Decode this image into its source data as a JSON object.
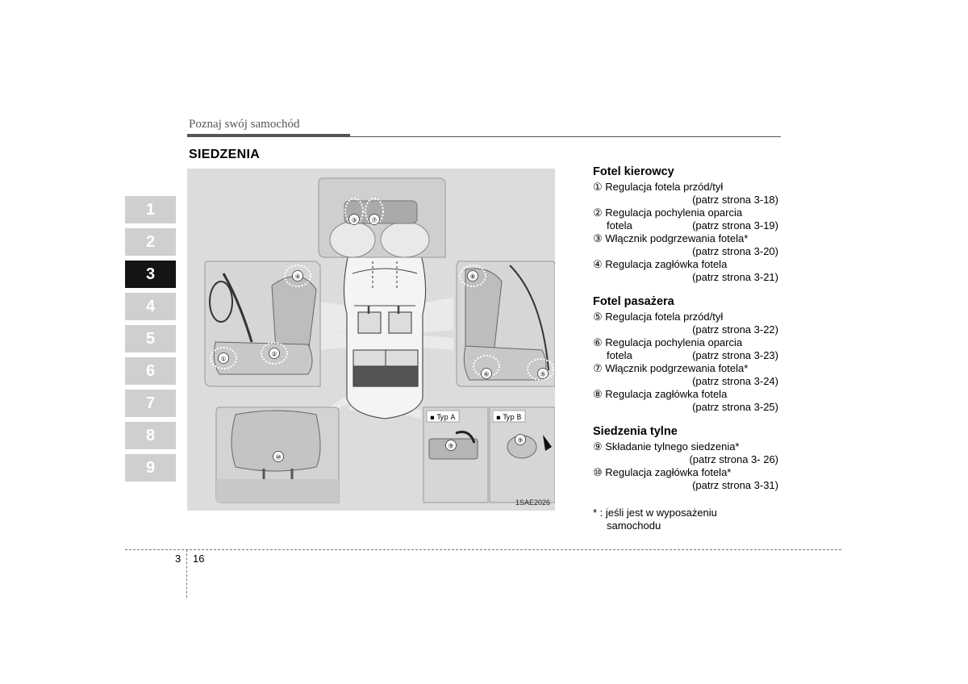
{
  "header": {
    "chapter_title": "Poznaj swój samochód"
  },
  "section": {
    "title": "SIEDZENIA"
  },
  "tabs": [
    {
      "label": "1",
      "active": false
    },
    {
      "label": "2",
      "active": false
    },
    {
      "label": "3",
      "active": true
    },
    {
      "label": "4",
      "active": false
    },
    {
      "label": "5",
      "active": false
    },
    {
      "label": "6",
      "active": false
    },
    {
      "label": "7",
      "active": false
    },
    {
      "label": "8",
      "active": false
    },
    {
      "label": "9",
      "active": false
    }
  ],
  "figure": {
    "code": "1SAE2026",
    "type_a": "▪ Typ A",
    "type_b": "▪ Typ B",
    "markers": [
      "①",
      "②",
      "③",
      "④",
      "⑤",
      "⑥",
      "⑦",
      "⑧",
      "⑨",
      "⑩"
    ]
  },
  "driver_seat": {
    "heading": "Fotel kierowcy",
    "items": [
      {
        "label": "① Regulacja fotela przód/tył",
        "ref": "(patrz strona 3-18)"
      },
      {
        "label": "② Regulacja pochylenia oparcia",
        "label2": "fotela",
        "ref": "(patrz strona 3-19)"
      },
      {
        "label": "③ Włącznik podgrzewania fotela*",
        "ref": "(patrz strona 3-20)"
      },
      {
        "label": "④ Regulacja zagłówka fotela",
        "ref": "(patrz strona 3-21)"
      }
    ]
  },
  "passenger_seat": {
    "heading": "Fotel pasażera",
    "items": [
      {
        "label": "⑤ Regulacja fotela przód/tył",
        "ref": "(patrz strona 3-22)"
      },
      {
        "label": "⑥ Regulacja pochylenia oparcia",
        "label2": "fotela",
        "ref": "(patrz strona 3-23)"
      },
      {
        "label": "⑦ Włącznik podgrzewania fotela*",
        "ref": "(patrz strona 3-24)"
      },
      {
        "label": "⑧ Regulacja zagłówka fotela",
        "ref": "(patrz strona 3-25)"
      }
    ]
  },
  "rear_seats": {
    "heading": "Siedzenia tylne",
    "items": [
      {
        "label": "⑨ Składanie tylnego siedzenia*",
        "ref": "(patrz strona 3- 26)"
      },
      {
        "label": "⑩ Regulacja zagłówka fotela*",
        "ref": "(patrz strona 3-31)"
      }
    ]
  },
  "note": {
    "line1": "* : jeśli jest w wyposażeniu",
    "line2": "samochodu"
  },
  "footer": {
    "chapter": "3",
    "page": "16"
  }
}
